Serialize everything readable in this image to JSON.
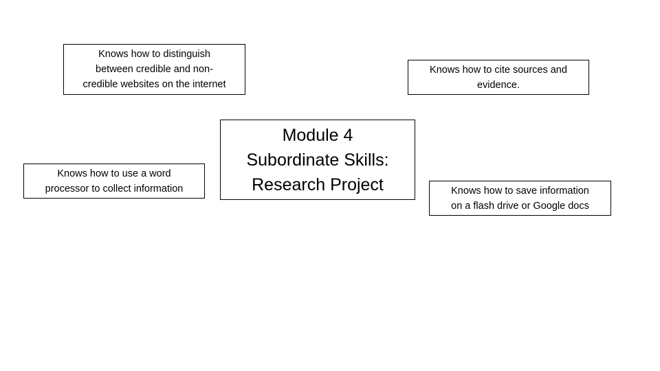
{
  "diagram": {
    "center": {
      "text": "Module 4\nSubordinate Skills:\nResearch Project"
    },
    "nodes": [
      {
        "id": "top-left",
        "text": "Knows how to distinguish\nbetween credible and non-\ncredible websites on the internet"
      },
      {
        "id": "top-right",
        "text": "Knows how to cite sources and\nevidence."
      },
      {
        "id": "left",
        "text": "Knows how to use a word\nprocessor to collect information"
      },
      {
        "id": "right",
        "text": "Knows how to save information\non a flash drive or Google docs"
      }
    ],
    "colors": {
      "border": "#000000",
      "background": "#ffffff",
      "text": "#000000"
    }
  }
}
